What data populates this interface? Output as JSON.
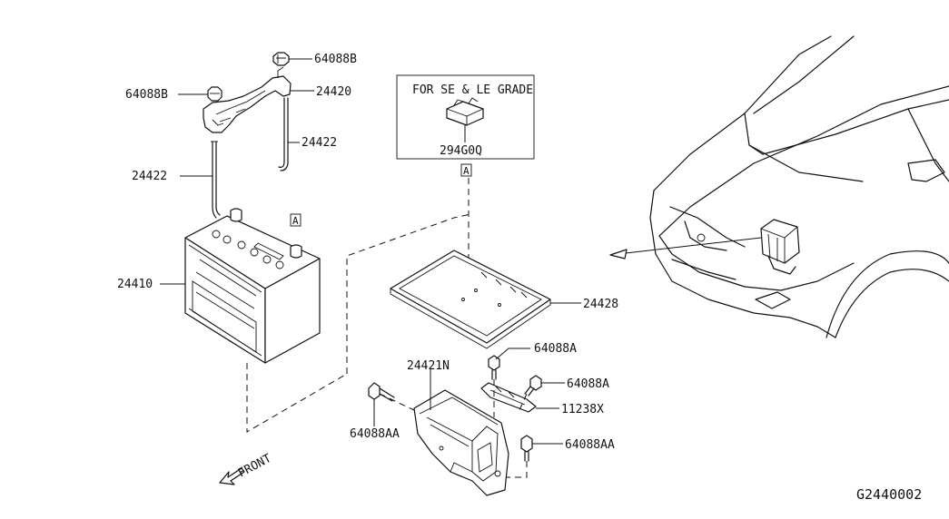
{
  "callouts": {
    "nut_top": "64088B",
    "nut_left": "64088B",
    "frame": "24420",
    "rod_right": "24422",
    "rod_left": "24422",
    "battery": "24410",
    "tray": "24428",
    "bracket": "24421N",
    "bolt_tray": "64088A",
    "bolt_right": "64088A",
    "clip": "11238X",
    "bolt_left_bottom": "64088AA",
    "bolt_right_bottom": "64088AA"
  },
  "inset": {
    "note": "FOR SE & LE GRADE",
    "part": "294G0Q",
    "ref_tag": "A"
  },
  "battery_tag": "A",
  "front_label": "FRONT",
  "diagram_code": "G2440002"
}
